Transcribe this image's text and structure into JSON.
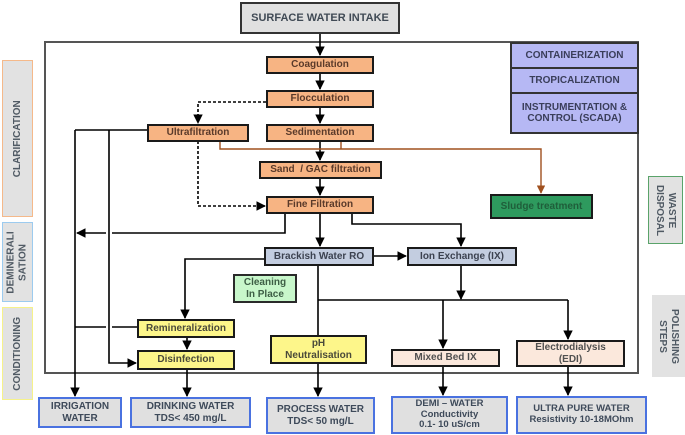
{
  "intake": "SURFACE WATER INTAKE",
  "clarification": {
    "coagulation": "Coagulation",
    "flocculation": "Flocculation",
    "ultrafiltration": "Ultrafiltration",
    "sedimentation": "Sedimentation",
    "sand_gac": "Sand  / GAC filtration",
    "fine_filtration": "Fine Filtration"
  },
  "waste": {
    "sludge": "Sludge treatment"
  },
  "demineralisation": {
    "ro": "Brackish Water RO",
    "ix": "Ion Exchange (IX)",
    "cip": "Cleaning\nIn Place"
  },
  "conditioning": {
    "remineralization": "Remineralization",
    "disinfection": "Disinfection",
    "ph": "pH\nNeutralisation"
  },
  "polishing": {
    "mixed_bed": "Mixed Bed IX",
    "edi": "Electrodialysis\n(EDI)"
  },
  "features": [
    "CONTAINERIZATION",
    "TROPICALIZATION",
    "INSTRUMENTATION &\nCONTROL (SCADA)"
  ],
  "outputs": {
    "irrigation": "IRRIGATION\nWATER",
    "drinking": "DRINKING WATER\nTDS< 450 mg/L",
    "process": "PROCESS WATER\nTDS< 50 mg/L",
    "demi": "DEMI – WATER\nConductivity\n0.1- 10 uS/cm",
    "ultrapure": "ULTRA PURE WATER\nResistivity 10-18MOhm"
  },
  "stages": {
    "left": [
      "CLARIFICATION",
      "DEMINERALI\nSATION",
      "CONDITIONING"
    ],
    "right": [
      "WASTE\nDISPOSAL",
      "POLISHING\nSTEPS"
    ]
  },
  "colors": {
    "clarification": "#f7b483",
    "demineralisation": "#c3cde0",
    "conditioning": "#fdf68a",
    "polishing": "#fbe8dc",
    "sludge": "#2e9a5e",
    "cip": "#c8f7cb",
    "output_border": "#4a72e0",
    "features": "#b6b8f4",
    "sludge_link": "#a0501e"
  }
}
